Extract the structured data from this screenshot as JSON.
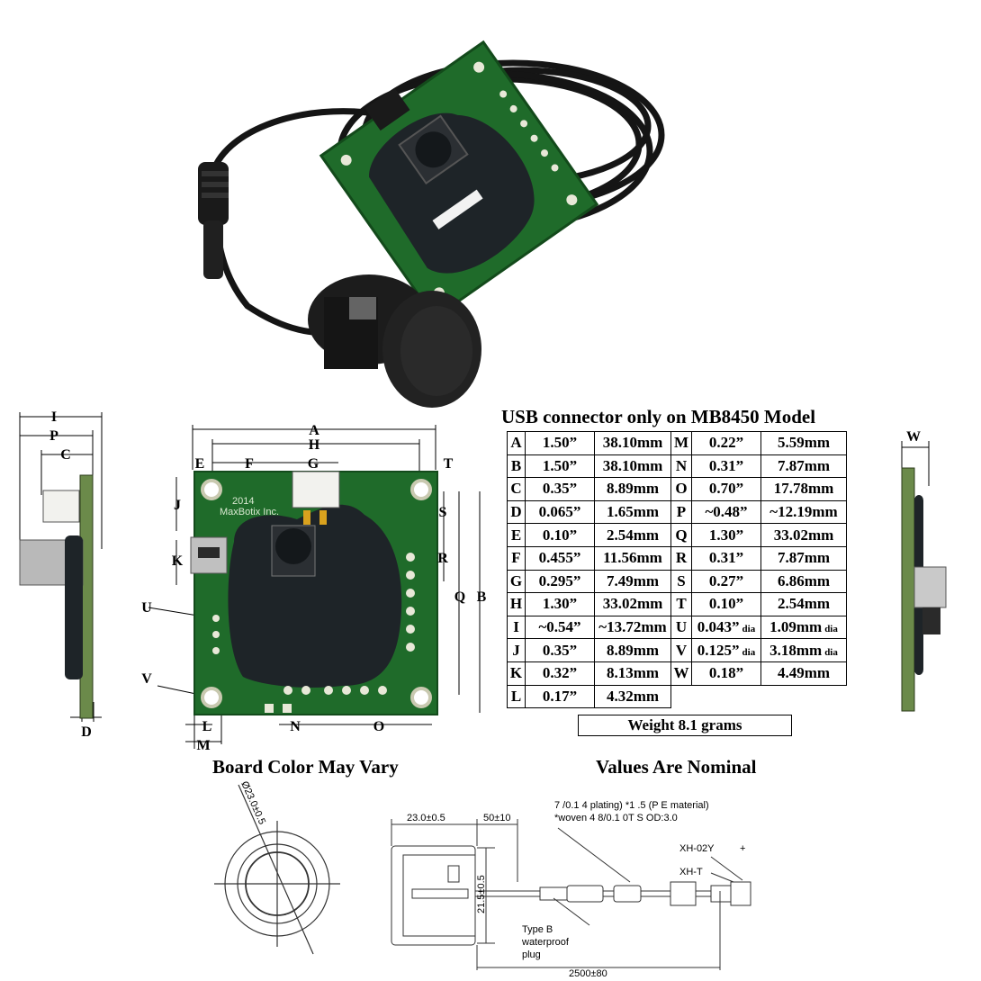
{
  "header_title": "USB connector only on MB8450 Model",
  "board_note": "Board Color May Vary",
  "values_note": "Values Are Nominal",
  "weight": "Weight 8.1 grams",
  "board_silkscreen": [
    "2014",
    "MaxBotix Inc."
  ],
  "sensor_label": "MB8450",
  "dimensions": [
    {
      "key": "A",
      "inch": "1.50”",
      "mm": "38.10mm"
    },
    {
      "key": "B",
      "inch": "1.50”",
      "mm": "38.10mm"
    },
    {
      "key": "C",
      "inch": "0.35”",
      "mm": "8.89mm"
    },
    {
      "key": "D",
      "inch": "0.065”",
      "mm": "1.65mm"
    },
    {
      "key": "E",
      "inch": "0.10”",
      "mm": "2.54mm"
    },
    {
      "key": "F",
      "inch": "0.455”",
      "mm": "11.56mm"
    },
    {
      "key": "G",
      "inch": "0.295”",
      "mm": "7.49mm"
    },
    {
      "key": "H",
      "inch": "1.30”",
      "mm": "33.02mm"
    },
    {
      "key": "I",
      "inch": "~0.54”",
      "mm": "~13.72mm"
    },
    {
      "key": "J",
      "inch": "0.35”",
      "mm": "8.89mm"
    },
    {
      "key": "K",
      "inch": "0.32”",
      "mm": "8.13mm"
    },
    {
      "key": "L",
      "inch": "0.17”",
      "mm": "4.32mm"
    },
    {
      "key": "M",
      "inch": "0.22”",
      "mm": "5.59mm"
    },
    {
      "key": "N",
      "inch": "0.31”",
      "mm": "7.87mm"
    },
    {
      "key": "O",
      "inch": "0.70”",
      "mm": "17.78mm"
    },
    {
      "key": "P",
      "inch": "~0.48”",
      "mm": "~12.19mm"
    },
    {
      "key": "Q",
      "inch": "1.30”",
      "mm": "33.02mm"
    },
    {
      "key": "R",
      "inch": "0.31”",
      "mm": "7.87mm"
    },
    {
      "key": "S",
      "inch": "0.27”",
      "mm": "6.86mm"
    },
    {
      "key": "T",
      "inch": "0.10”",
      "mm": "2.54mm"
    },
    {
      "key": "U",
      "inch": "0.043”",
      "inch_suffix": "dia",
      "mm": "1.09mm",
      "mm_suffix": "dia"
    },
    {
      "key": "V",
      "inch": "0.125”",
      "inch_suffix": "dia",
      "mm": "3.18mm",
      "mm_suffix": "dia"
    },
    {
      "key": "W",
      "inch": "0.18”",
      "mm": "4.49mm"
    }
  ],
  "drawing": {
    "diameter": "Ø23.0±0.5",
    "length_housing": "23.0±0.5",
    "length_lead": "50±10",
    "height": "21.5±0.5",
    "cable_length": "2500±80",
    "cable_spec_1": "7 /0.1 4 plating) *1 .5 (P E material)",
    "cable_spec_2": "*woven 4 8/0.1 0T S OD:3.0",
    "connector_1": "XH-02Y",
    "connector_2": "XH-T",
    "polarity": "+",
    "plug_note": [
      "Type B",
      "waterproof",
      "plug"
    ]
  },
  "colors": {
    "pcb": "#1f6b2a",
    "pcb_dark": "#134a1b",
    "potting": "#1e2428",
    "cable": "#151515",
    "pad": "#e8e8d8",
    "dim_line": "#000000"
  }
}
